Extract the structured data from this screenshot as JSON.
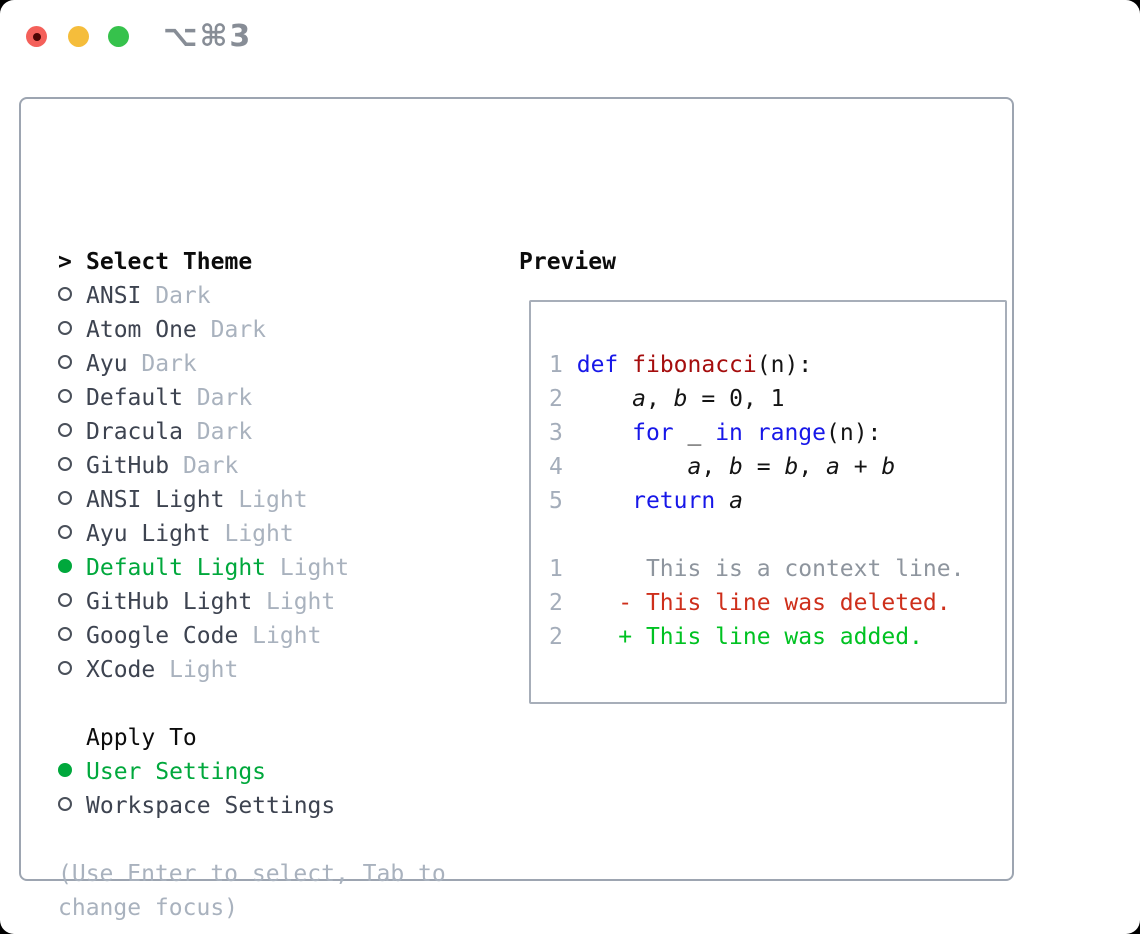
{
  "window": {
    "title": "⌥⌘3"
  },
  "colors": {
    "accent-green": "#00a83c",
    "add-green": "#00c222",
    "del-red": "#ce2f1b",
    "kw-blue": "#1717e8",
    "fn-red": "#a50d0d",
    "light-red": "#f4605a",
    "light-yellow": "#f5bd3b",
    "light-green": "#36c24c"
  },
  "theme_picker": {
    "heading_prefix": ">",
    "heading": "Select Theme",
    "items": [
      {
        "label": "ANSI",
        "tag": "Dark",
        "selected": false
      },
      {
        "label": "Atom One",
        "tag": "Dark",
        "selected": false
      },
      {
        "label": "Ayu",
        "tag": "Dark",
        "selected": false
      },
      {
        "label": "Default",
        "tag": "Dark",
        "selected": false
      },
      {
        "label": "Dracula",
        "tag": "Dark",
        "selected": false
      },
      {
        "label": "GitHub",
        "tag": "Dark",
        "selected": false
      },
      {
        "label": "ANSI Light",
        "tag": "Light",
        "selected": false
      },
      {
        "label": "Ayu Light",
        "tag": "Light",
        "selected": false
      },
      {
        "label": "Default Light",
        "tag": "Light",
        "selected": true
      },
      {
        "label": "GitHub Light",
        "tag": "Light",
        "selected": false
      },
      {
        "label": "Google Code",
        "tag": "Light",
        "selected": false
      },
      {
        "label": "XCode",
        "tag": "Light",
        "selected": false
      }
    ]
  },
  "apply_to": {
    "heading": "Apply To",
    "options": [
      {
        "label": "User Settings",
        "selected": true
      },
      {
        "label": "Workspace Settings",
        "selected": false
      }
    ]
  },
  "help_lines": [
    "(Use Enter to select, Tab to",
    "change focus)"
  ],
  "preview": {
    "heading": "Preview",
    "code_lines": [
      {
        "num": "1",
        "segments": [
          {
            "t": " "
          },
          {
            "t": "def",
            "c": "kw"
          },
          {
            "t": " "
          },
          {
            "t": "fibonacci",
            "c": "fn"
          },
          {
            "t": "(n):"
          }
        ]
      },
      {
        "num": "2",
        "segments": [
          {
            "t": "     "
          },
          {
            "t": "a",
            "c": "var"
          },
          {
            "t": ", "
          },
          {
            "t": "b",
            "c": "var"
          },
          {
            "t": " = 0, 1"
          }
        ]
      },
      {
        "num": "3",
        "segments": [
          {
            "t": "     "
          },
          {
            "t": "for",
            "c": "kw"
          },
          {
            "t": " _ "
          },
          {
            "t": "in",
            "c": "kw"
          },
          {
            "t": " "
          },
          {
            "t": "range",
            "c": "kw"
          },
          {
            "t": "(n):"
          }
        ]
      },
      {
        "num": "4",
        "segments": [
          {
            "t": "         "
          },
          {
            "t": "a",
            "c": "var"
          },
          {
            "t": ", "
          },
          {
            "t": "b",
            "c": "var"
          },
          {
            "t": " = "
          },
          {
            "t": "b",
            "c": "var"
          },
          {
            "t": ", "
          },
          {
            "t": "a",
            "c": "var"
          },
          {
            "t": " + "
          },
          {
            "t": "b",
            "c": "var"
          }
        ]
      },
      {
        "num": "5",
        "segments": [
          {
            "t": "     "
          },
          {
            "t": "return",
            "c": "kw"
          },
          {
            "t": " "
          },
          {
            "t": "a",
            "c": "var"
          }
        ]
      },
      {
        "num": "",
        "segments": []
      },
      {
        "num": "1",
        "segments": [
          {
            "t": "      This is a context line.",
            "c": "ctx"
          }
        ]
      },
      {
        "num": "2",
        "segments": [
          {
            "t": "    - This line was deleted.",
            "c": "del"
          }
        ]
      },
      {
        "num": "2",
        "segments": [
          {
            "t": "    + This line was added.",
            "c": "add"
          }
        ]
      }
    ]
  }
}
